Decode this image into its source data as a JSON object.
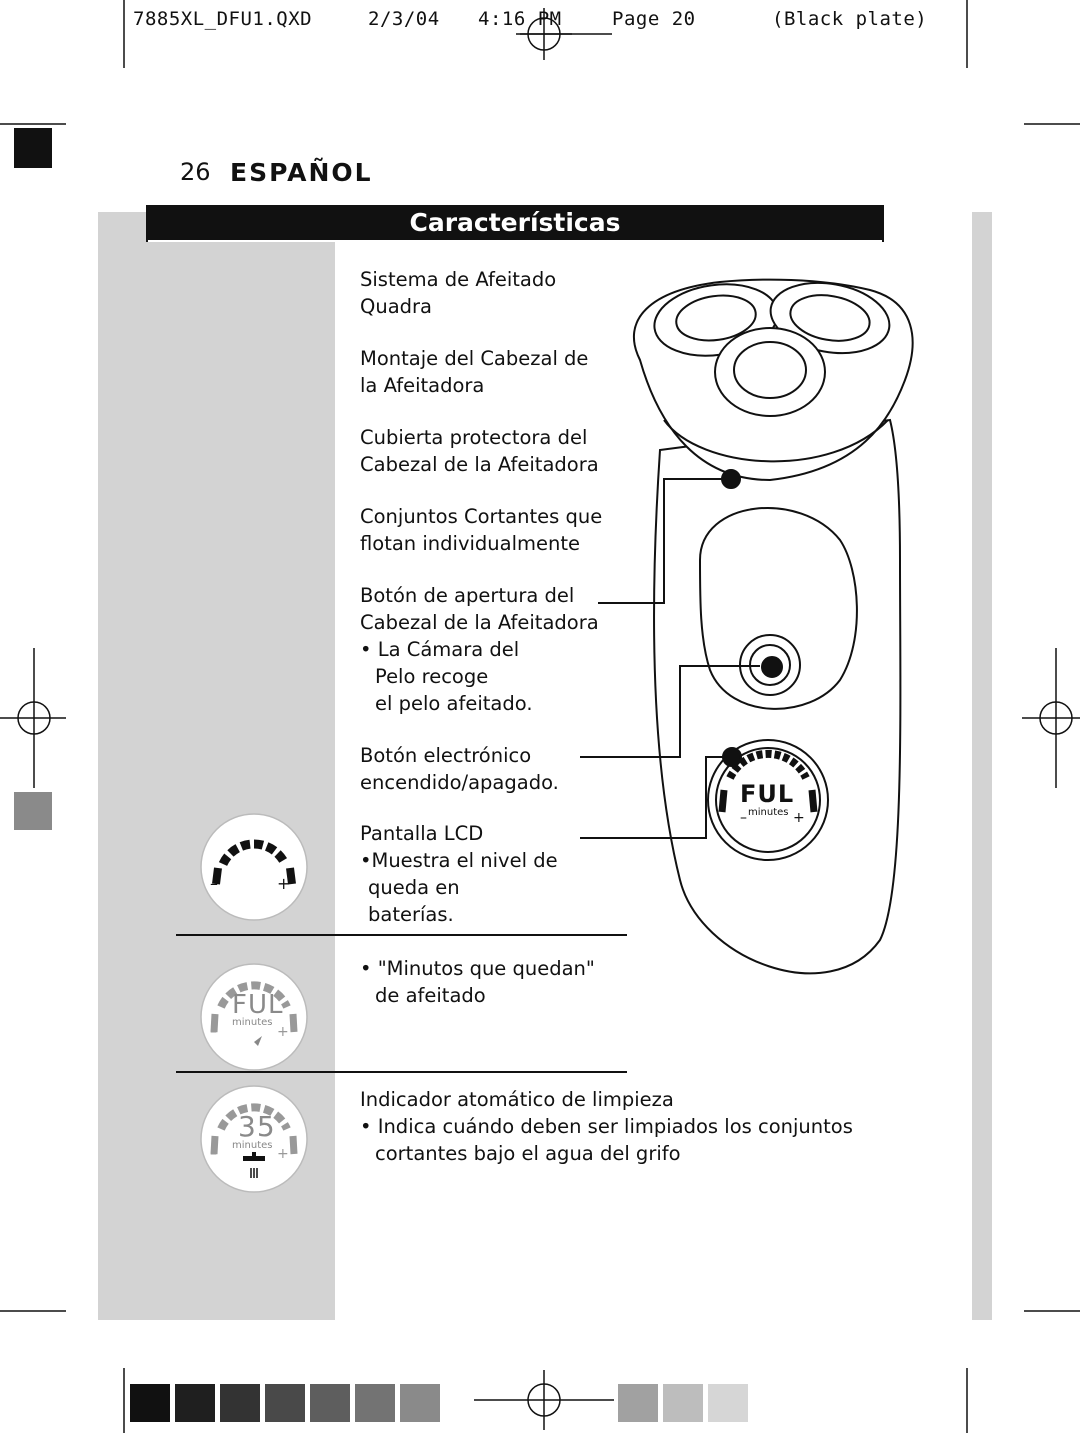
{
  "slug": {
    "file": "7885XL_DFU1.QXD",
    "date": "2/3/04",
    "time": "4:16 PM",
    "page_label": "Page 20",
    "plate": "(Black plate)"
  },
  "page": {
    "number": "26",
    "language": "ESPAÑOL",
    "section_title": "Características"
  },
  "features": {
    "f1": [
      "Sistema de Afeitado",
      "Quadra"
    ],
    "f2": [
      "Montaje del Cabezal de",
      "la Afeitadora"
    ],
    "f3": [
      "Cubierta protectora del",
      "Cabezal de la Afeitadora"
    ],
    "f4": [
      "Conjuntos Cortantes que",
      "flotan individualmente"
    ],
    "f5": [
      "Botón de apertura del",
      "Cabezal de la Afeitadora"
    ],
    "f5_sub": [
      "• La Cámara del",
      "Pelo recoge",
      "el pelo afeitado."
    ],
    "f6": [
      "Botón electrónico",
      "encendido/apagado."
    ],
    "f7": [
      "Pantalla LCD",
      "•Muestra el nivel de",
      "queda en",
      "baterías."
    ],
    "f7_sub": [
      "• \"Minutos que quedan\"",
      "de afeitado"
    ],
    "f8": [
      "Indicador atomático de limpieza",
      "• Indica cuándo deben ser limpiados los conjuntos",
      "cortantes bajo el agua del grifo"
    ]
  },
  "lcd": {
    "shaver_display": "FUL",
    "display_full": "FUL",
    "display_minutes": "35",
    "minutes_label": "minutes",
    "minus": "–",
    "plus": "+"
  },
  "colors": {
    "banner": "#111111",
    "sidebar_gray": "#d3d3d3",
    "registration_gray": "#8a8a8a"
  },
  "color_bar": [
    "#111111",
    "#1f1f1f",
    "#333333",
    "#494949",
    "#5e5e5e",
    "#737373",
    "#8a8a8a",
    "#a1a1a1",
    "#bdbdbd",
    "#d6d6d6",
    "#ececec"
  ]
}
